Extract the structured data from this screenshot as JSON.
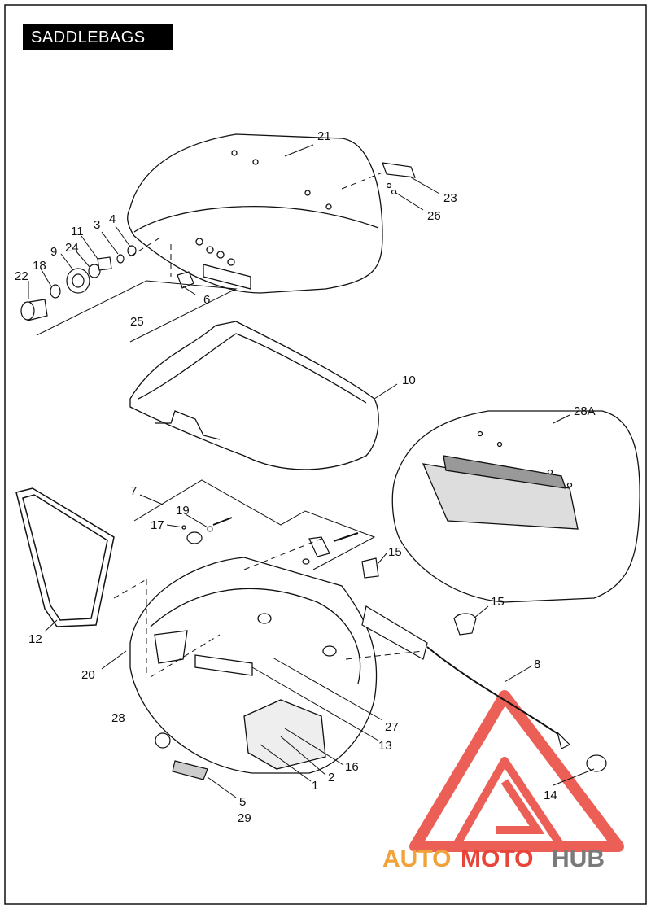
{
  "header": {
    "title": "SADDLEBAGS"
  },
  "callouts": {
    "c21": "21",
    "c23": "23",
    "c26": "26",
    "c11": "11",
    "c3": "3",
    "c4": "4",
    "c9": "9",
    "c24": "24",
    "c18": "18",
    "c22": "22",
    "c6": "6",
    "c25": "25",
    "c10": "10",
    "c28A": "28A",
    "c7": "7",
    "c19": "19",
    "c17": "17",
    "c15a": "15",
    "c15b": "15",
    "c12": "12",
    "c20": "20",
    "c8": "8",
    "c27": "27",
    "c13": "13",
    "c28": "28",
    "c16": "16",
    "c2": "2",
    "c1": "1",
    "c14": "14",
    "c5": "5",
    "c29": "29"
  },
  "watermark": {
    "part1": "AUTO",
    "part2": "MOTO",
    "part3": "HUB"
  },
  "colors": {
    "watermark_red": "#e8443a",
    "watermark_orange": "#f2a23a",
    "watermark_grey": "#7a7a7a",
    "line": "#111111"
  }
}
